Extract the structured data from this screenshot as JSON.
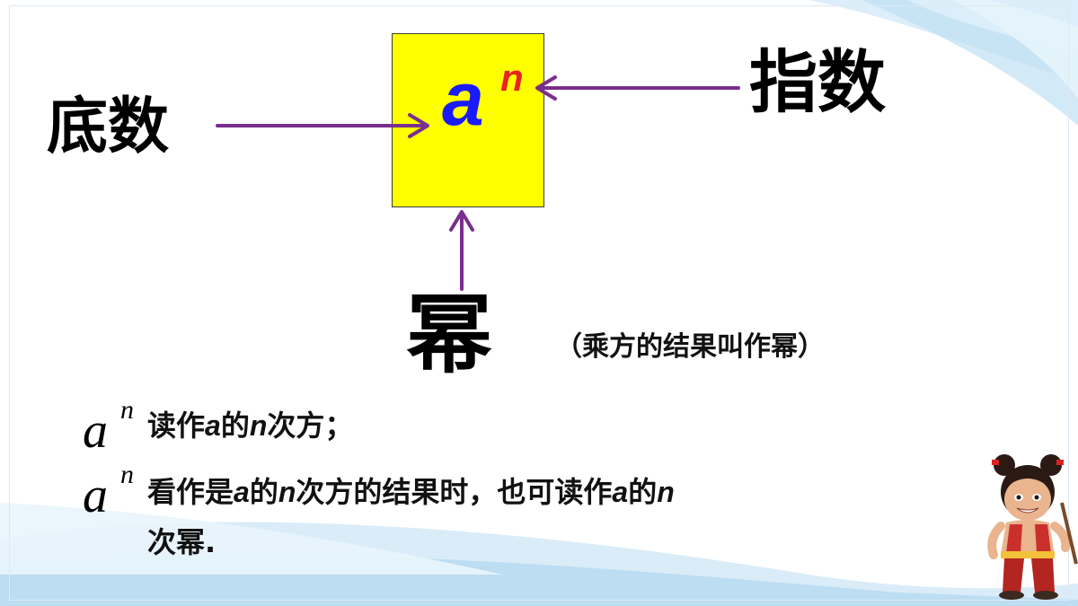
{
  "diagram": {
    "power_expression": {
      "base": "a",
      "exponent": "n"
    },
    "labels": {
      "base": "底数",
      "exponent": "指数",
      "power": "幂",
      "power_note": "（乘方的结果叫作幂）"
    }
  },
  "notes": [
    {
      "base": "a",
      "exponent": "n",
      "segments": [
        "读作",
        "a",
        "的",
        "n",
        "次方；"
      ]
    },
    {
      "base": "a",
      "exponent": "n",
      "segments": [
        "看作是",
        "a",
        "的",
        "n",
        "次方的结果时，也可读作",
        "a",
        "的",
        "n"
      ],
      "continuation": "次幂."
    }
  ],
  "colors": {
    "box_fill": "#ffff00",
    "base_letter": "#1a1aff",
    "exponent_letter": "#e8241e",
    "arrow": "#7a2e8e"
  },
  "icons": [
    "cartoon-mascot-icon",
    "blue-wave-decoration-icon"
  ]
}
